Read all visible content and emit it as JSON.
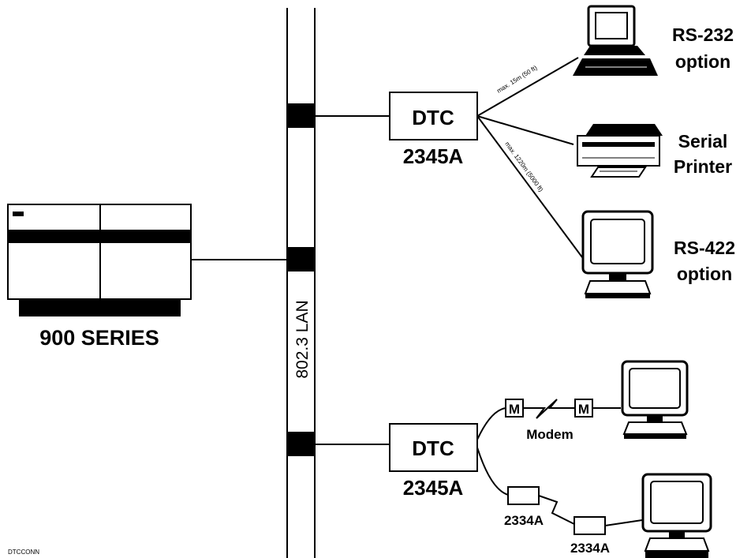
{
  "lan": {
    "label": "802.3 LAN"
  },
  "host": {
    "label": "900 SERIES",
    "badge": ""
  },
  "dtc_top": {
    "title": "DTC",
    "model": "2345A"
  },
  "dtc_bottom": {
    "title": "DTC",
    "model": "2345A"
  },
  "cable_rs232": {
    "label": "max. 15m (50 ft)"
  },
  "cable_rs422": {
    "label": "max. 1220m (5000 ft)"
  },
  "rs232_terminal": {
    "line1": "RS-232",
    "line2": "option"
  },
  "serial_printer": {
    "line1": "Serial",
    "line2": "Printer"
  },
  "rs422_terminal": {
    "line1": "RS-422",
    "line2": "option"
  },
  "modem_link": {
    "modem_glyph": "M",
    "label": "Modem"
  },
  "mux_link": {
    "left_label": "2334A",
    "right_label": "2334A"
  },
  "figure_id": "DTCCONN"
}
